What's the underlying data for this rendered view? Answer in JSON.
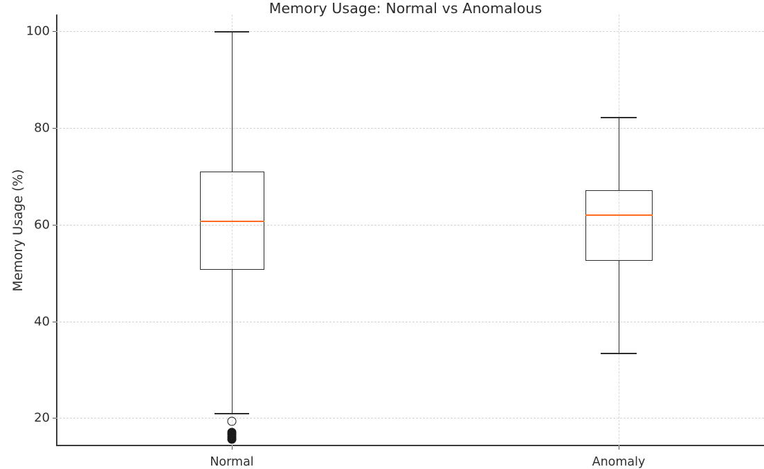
{
  "chart_data": {
    "type": "box",
    "title": "Memory Usage: Normal vs Anomalous",
    "xlabel": "",
    "ylabel": "Memory Usage (%)",
    "ylim": [
      14.2,
      103.5
    ],
    "yticks": [
      20,
      40,
      60,
      80,
      100
    ],
    "ytick_labels": [
      "20",
      "40",
      "60",
      "80",
      "100"
    ],
    "categories": [
      "Normal",
      "Anomaly"
    ],
    "grid": true,
    "legend": "none",
    "median_color": "#ff6a20",
    "box_color": "#2c2c2c",
    "grid_color": "#d3d3d3",
    "boxes": [
      {
        "label": "Normal",
        "q1": 50.7,
        "median": 60.9,
        "q3": 71.0,
        "whisker_low": 21.1,
        "whisker_high": 100.0,
        "outliers": [
          19.3,
          17.1,
          16.6,
          16.1,
          15.7
        ]
      },
      {
        "label": "Anomaly",
        "q1": 52.6,
        "median": 62.1,
        "q3": 67.1,
        "whisker_low": 33.5,
        "whisker_high": 82.3,
        "outliers": []
      }
    ]
  }
}
